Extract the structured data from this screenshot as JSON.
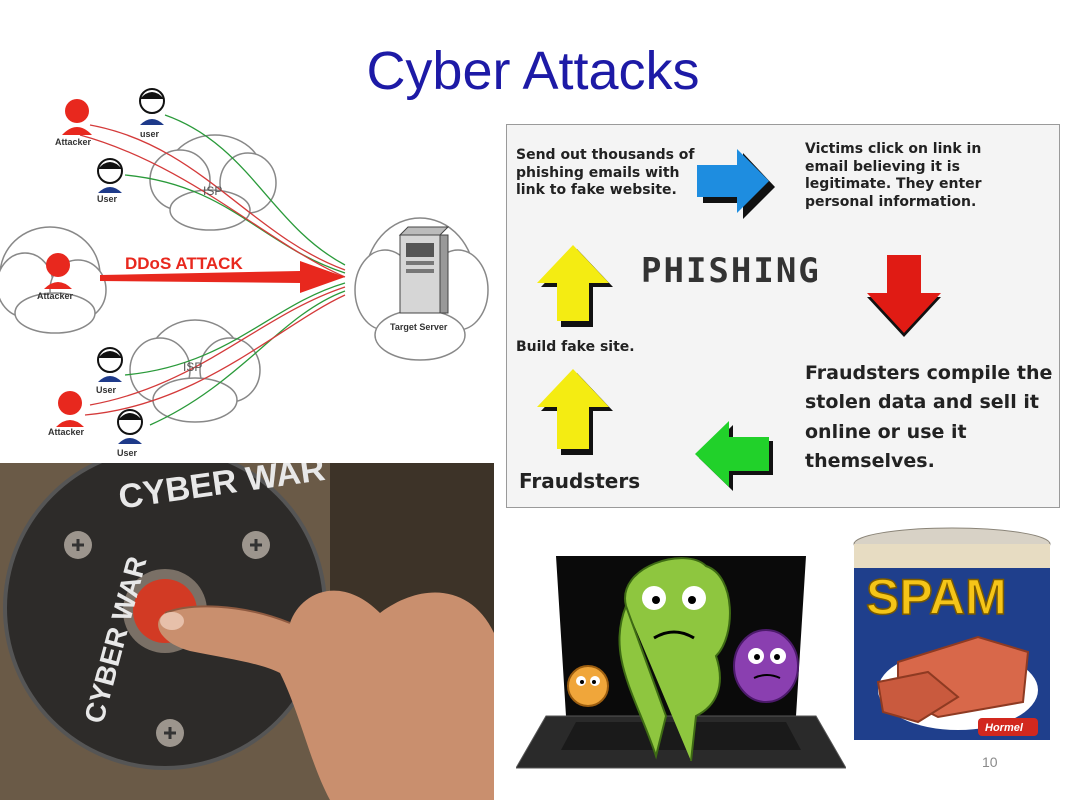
{
  "slide": {
    "title": "Cyber Attacks",
    "page_number": "10"
  },
  "ddos_diagram": {
    "attack_label": "DDoS ATTACK",
    "isp_label": "ISP",
    "attacker_label": "Attacker",
    "user_label": "User",
    "user_label_lower": "user",
    "server_label": "Target Server"
  },
  "phishing_diagram": {
    "title": "PHISHING",
    "step1": "Send out thousands of phishing emails with link to fake website.",
    "step2": "Victims click on link in email believing it is legitimate. They enter personal information.",
    "step3": "Fraudsters compile the stolen data and sell it online or use it themselves.",
    "step4": "Build fake site.",
    "step5": "Fraudsters"
  },
  "cyberwar_image": {
    "text": "CYBER WAR"
  },
  "spam_image": {
    "brand": "SPAM",
    "maker": "Hormel"
  },
  "colors": {
    "title": "#1d1aa6",
    "ddos_red": "#e8281e",
    "arrow_blue": "#1e8de0",
    "arrow_red": "#e01b14",
    "arrow_yellow": "#f4ec12",
    "arrow_green": "#21d12a"
  }
}
